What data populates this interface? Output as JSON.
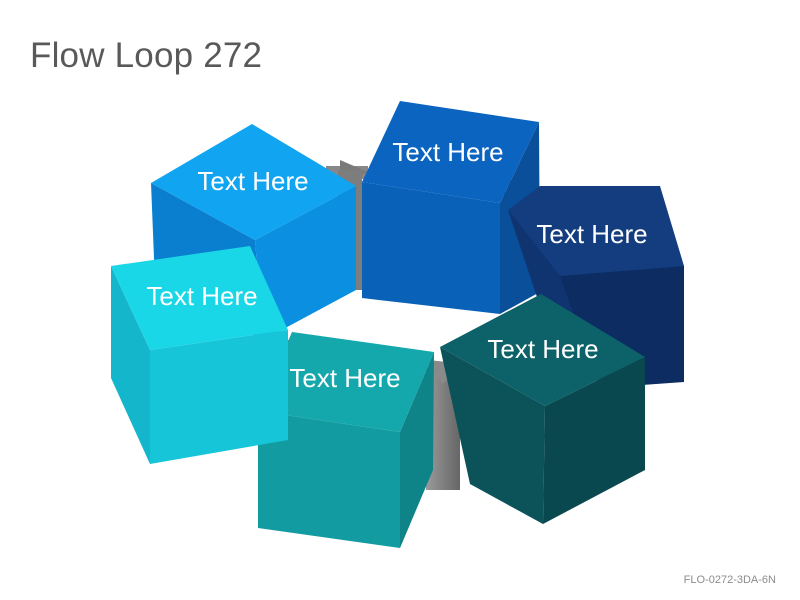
{
  "slide": {
    "title": "Flow Loop 272",
    "code": "FLO-0272-3DA-6N"
  },
  "diagram": {
    "type": "flow-loop",
    "direction": "clockwise",
    "arrow_color": "#7f7f7f",
    "cubes": [
      {
        "label": "Text Here",
        "color": "#0c96e6"
      },
      {
        "label": "Text Here",
        "color": "#0a60b4"
      },
      {
        "label": "Text Here",
        "color": "#123a78"
      },
      {
        "label": "Text Here",
        "color": "#0d5f66"
      },
      {
        "label": "Text Here",
        "color": "#119aa0"
      },
      {
        "label": "Text Here",
        "color": "#18c8dc"
      }
    ]
  }
}
